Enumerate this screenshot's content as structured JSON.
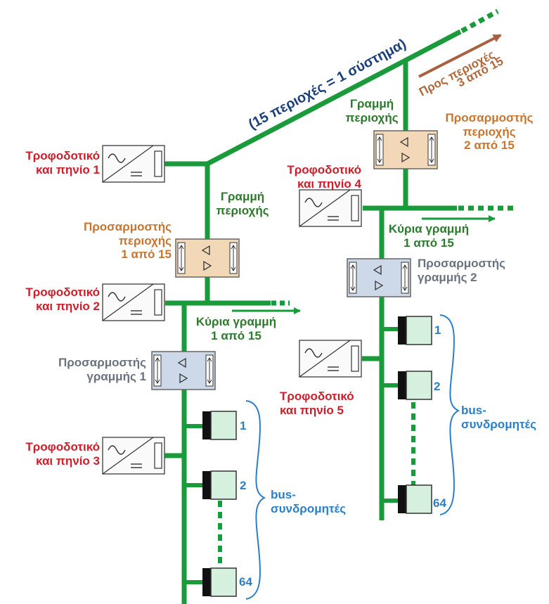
{
  "system": {
    "label": "(15 περιοχές = 1 σύστημα)",
    "to_areas_line1": "Προς περιοχές",
    "to_areas_line2": "3 από 15"
  },
  "left_branch": {
    "psu1": {
      "line1": "Τροφοδοτικό",
      "line2": "και πηνίο 1"
    },
    "area_line": {
      "line1": "Γραμμή",
      "line2": "περιοχής"
    },
    "area_coupler": {
      "line1": "Προσαρμοστής",
      "line2": "περιοχής",
      "line3": "1 από 15"
    },
    "psu2": {
      "line1": "Τροφοδοτικό",
      "line2": "και πηνίο 2"
    },
    "main_line": {
      "line1": "Κύρια γραμμή",
      "line2": "1 από 15"
    },
    "line_coupler": {
      "line1": "Προσαρμοστής",
      "line2": "γραμμής 1"
    },
    "psu3": {
      "line1": "Τροφοδοτικό",
      "line2": "και πηνίο 3"
    },
    "devices": [
      "1",
      "2",
      "64"
    ],
    "bus_label": {
      "line1": "bus-",
      "line2": "συνδρομητές"
    }
  },
  "right_branch": {
    "area_line": {
      "line1": "Γραμμή",
      "line2": "περιοχής"
    },
    "area_coupler": {
      "line1": "Προσαρμοστής",
      "line2": "περιοχής",
      "line3": "2 από 15"
    },
    "psu4": {
      "line1": "Τροφοδοτικό",
      "line2": "και πηνίο 4"
    },
    "main_line": {
      "line1": "Κύρια γραμμή",
      "line2": "1 από 15"
    },
    "line_coupler": {
      "line1": "Προσαρμοστής",
      "line2": "γραμμής 2"
    },
    "psu5": {
      "line1": "Τροφοδοτικό",
      "line2": "και πηνίο 5"
    },
    "devices": [
      "1",
      "2",
      "64"
    ],
    "bus_label": {
      "line1": "bus-",
      "line2": "συνδρομητές"
    }
  },
  "colors": {
    "bus_line": "#1a9a3a",
    "psu_label": "#cc1f2a",
    "area_coupler_label": "#c8752f",
    "line_coupler_label": "#6a7280",
    "device_label": "#2a7fc9",
    "area_coupler_fill": "#f3d8b8",
    "line_coupler_fill": "#cdd8e8",
    "device_fill": "#d6f0de",
    "arrow_brown": "#a86140"
  }
}
